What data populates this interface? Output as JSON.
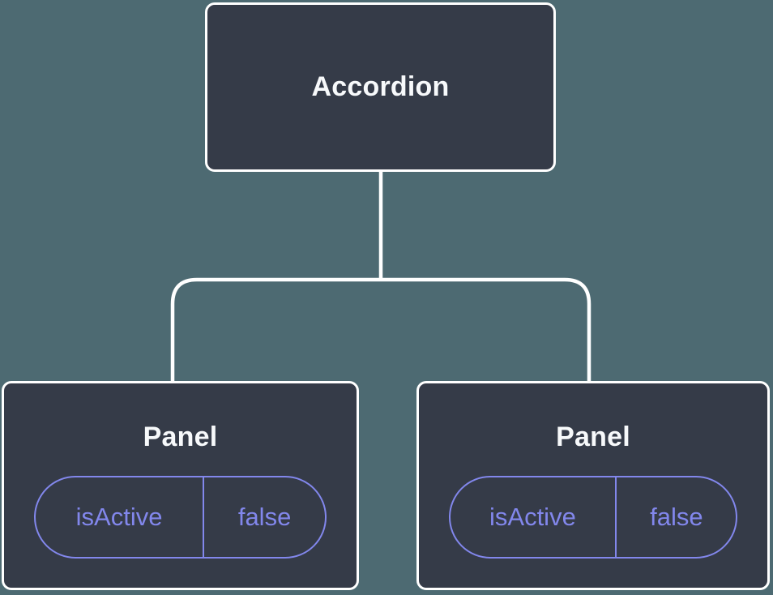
{
  "colors": {
    "background": "#4d6a72",
    "node_fill": "#353b48",
    "node_border": "#ffffff",
    "connector": "#ffffff",
    "accent": "#8287ec",
    "node_text": "#f7f9fb"
  },
  "tree": {
    "root": {
      "label": "Accordion"
    },
    "children": [
      {
        "label": "Panel",
        "prop": {
          "name": "isActive",
          "value": "false"
        }
      },
      {
        "label": "Panel",
        "prop": {
          "name": "isActive",
          "value": "false"
        }
      }
    ]
  }
}
